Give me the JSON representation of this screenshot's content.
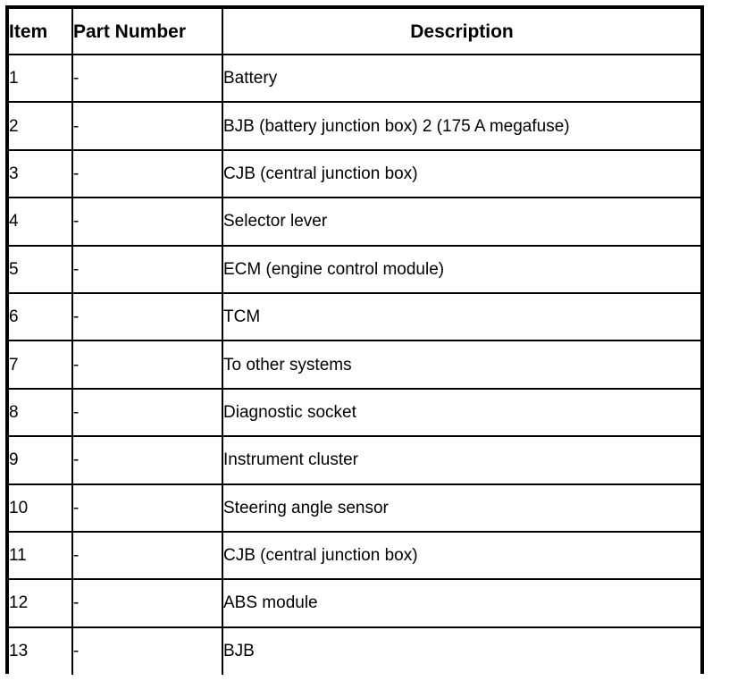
{
  "table": {
    "columns": [
      {
        "key": "item",
        "label": "Item",
        "align": "left"
      },
      {
        "key": "part_number",
        "label": "Part Number",
        "align": "left"
      },
      {
        "key": "description",
        "label": "Description",
        "align": "center"
      }
    ],
    "rows": [
      {
        "item": "1",
        "part_number": "-",
        "description": "Battery"
      },
      {
        "item": "2",
        "part_number": "-",
        "description": "BJB (battery junction box) 2 (175 A megafuse)"
      },
      {
        "item": "3",
        "part_number": "-",
        "description": "CJB (central junction box)"
      },
      {
        "item": "4",
        "part_number": "-",
        "description": "Selector lever"
      },
      {
        "item": "5",
        "part_number": "-",
        "description": "ECM (engine control module)"
      },
      {
        "item": "6",
        "part_number": "-",
        "description": "TCM"
      },
      {
        "item": "7",
        "part_number": "-",
        "description": "To other systems"
      },
      {
        "item": "8",
        "part_number": "-",
        "description": "Diagnostic socket"
      },
      {
        "item": "9",
        "part_number": "-",
        "description": "Instrument cluster"
      },
      {
        "item": "10",
        "part_number": "-",
        "description": "Steering angle sensor"
      },
      {
        "item": "11",
        "part_number": "-",
        "description": "CJB (central junction box)"
      },
      {
        "item": "12",
        "part_number": "-",
        "description": "ABS module"
      },
      {
        "item": "13",
        "part_number": "-",
        "description": "BJB"
      }
    ]
  },
  "colors": {
    "background": "#ffffff",
    "text": "#000000",
    "border": "#000000"
  }
}
